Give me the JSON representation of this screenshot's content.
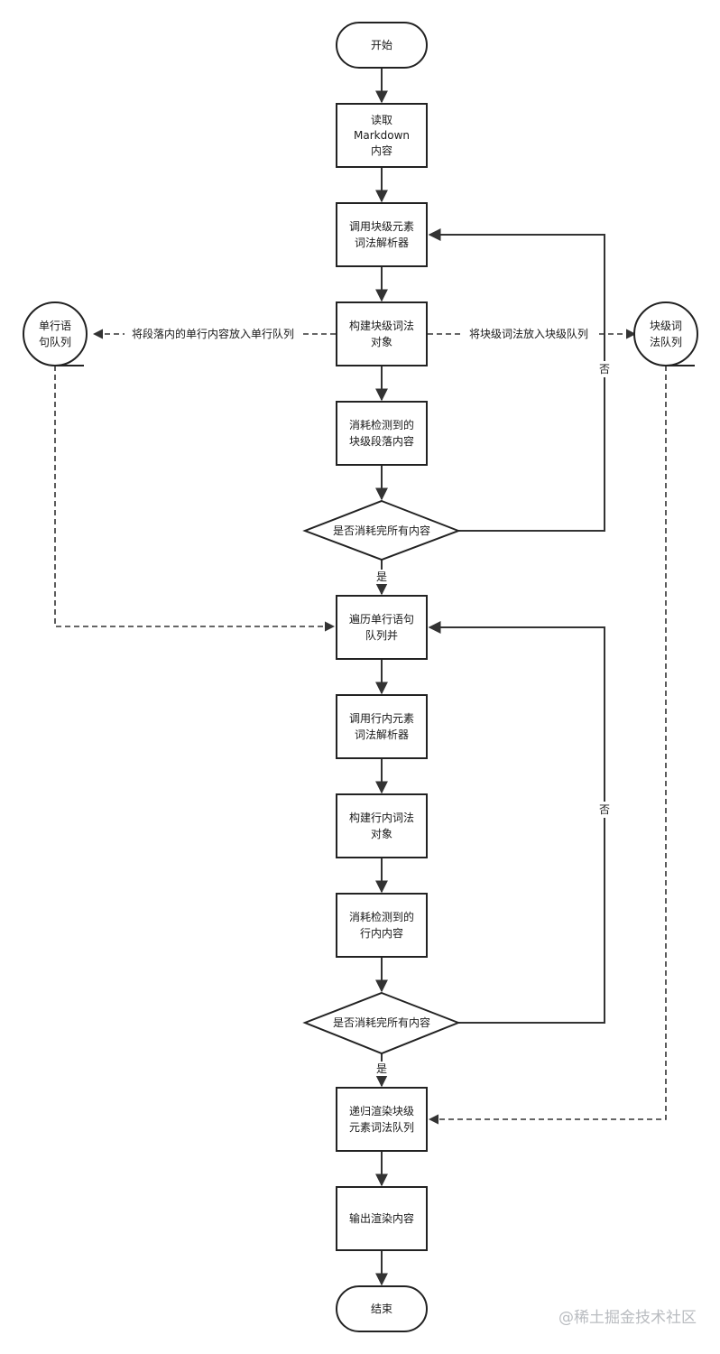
{
  "nodes": {
    "start": "开始",
    "read": [
      "读取",
      "Markdown",
      "内容"
    ],
    "call_block_parser": [
      "调用块级元素",
      "词法解析器"
    ],
    "build_block_obj": [
      "构建块级词法",
      "对象"
    ],
    "consume_block": [
      "消耗检测到的",
      "块级段落内容"
    ],
    "check_block_done": "是否消耗完所有内容",
    "traverse_inline": [
      "遍历单行语句",
      "队列并"
    ],
    "call_inline_parser": [
      "调用行内元素",
      "词法解析器"
    ],
    "build_inline_obj": [
      "构建行内词法",
      "对象"
    ],
    "consume_inline": [
      "消耗检测到的",
      "行内内容"
    ],
    "check_inline_done": "是否消耗完所有内容",
    "render_block_queue": [
      "递归渲染块级",
      "元素词法队列"
    ],
    "output": "输出渲染内容",
    "end": "结束",
    "inline_queue": [
      "单行语",
      "句队列"
    ],
    "block_queue": [
      "块级词",
      "法队列"
    ]
  },
  "edges": {
    "to_inline_queue": "将段落内的单行内容放入单行队列",
    "to_block_queue": "将块级词法放入块级队列",
    "block_no": "否",
    "block_yes": "是",
    "inline_no": "否",
    "inline_yes": "是"
  },
  "watermark": "@稀土掘金技术社区"
}
